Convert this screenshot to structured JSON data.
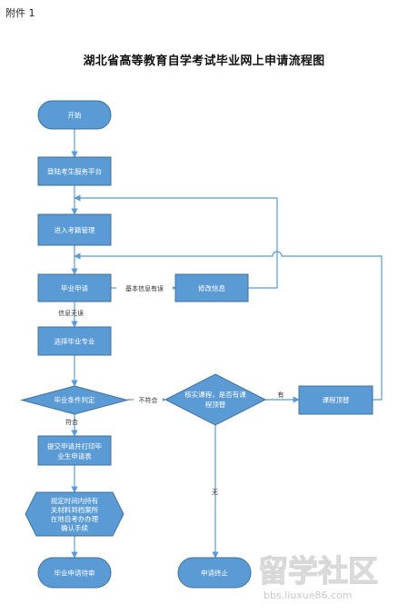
{
  "page_label": "附件 1",
  "title": "湖北省高等教育自学考试毕业网上申请流程图",
  "colors": {
    "node_fill": "#5b9bd5",
    "node_stroke": "#41719c",
    "edge": "#5b9bd5"
  },
  "nodes": {
    "start": "开始",
    "login": "登陆考生服务平台",
    "enter": "进入考籍管理",
    "apply": "毕业申请",
    "modify": "修改信息",
    "select": "选择毕业专业",
    "condition": "毕业条件判定",
    "verify": [
      "核实课程，是否有课",
      "程顶替"
    ],
    "replace": "课程顶替",
    "submit": [
      "提交申请并打印毕",
      "业生申请表"
    ],
    "deliver": [
      "规定时间内持有",
      "关材料到档案所",
      "在地自考办办理",
      "确认手续"
    ],
    "pending": "毕业申请待审",
    "end": "申请终止"
  },
  "edge_labels": {
    "basic_info_error": "基本信息有误",
    "info_ok": "信息无误",
    "not_met": "不符合",
    "has": "有",
    "met": "符合",
    "none": "无"
  },
  "watermark": {
    "text": "留学社区",
    "url": "bbs.liuxue86.com"
  }
}
